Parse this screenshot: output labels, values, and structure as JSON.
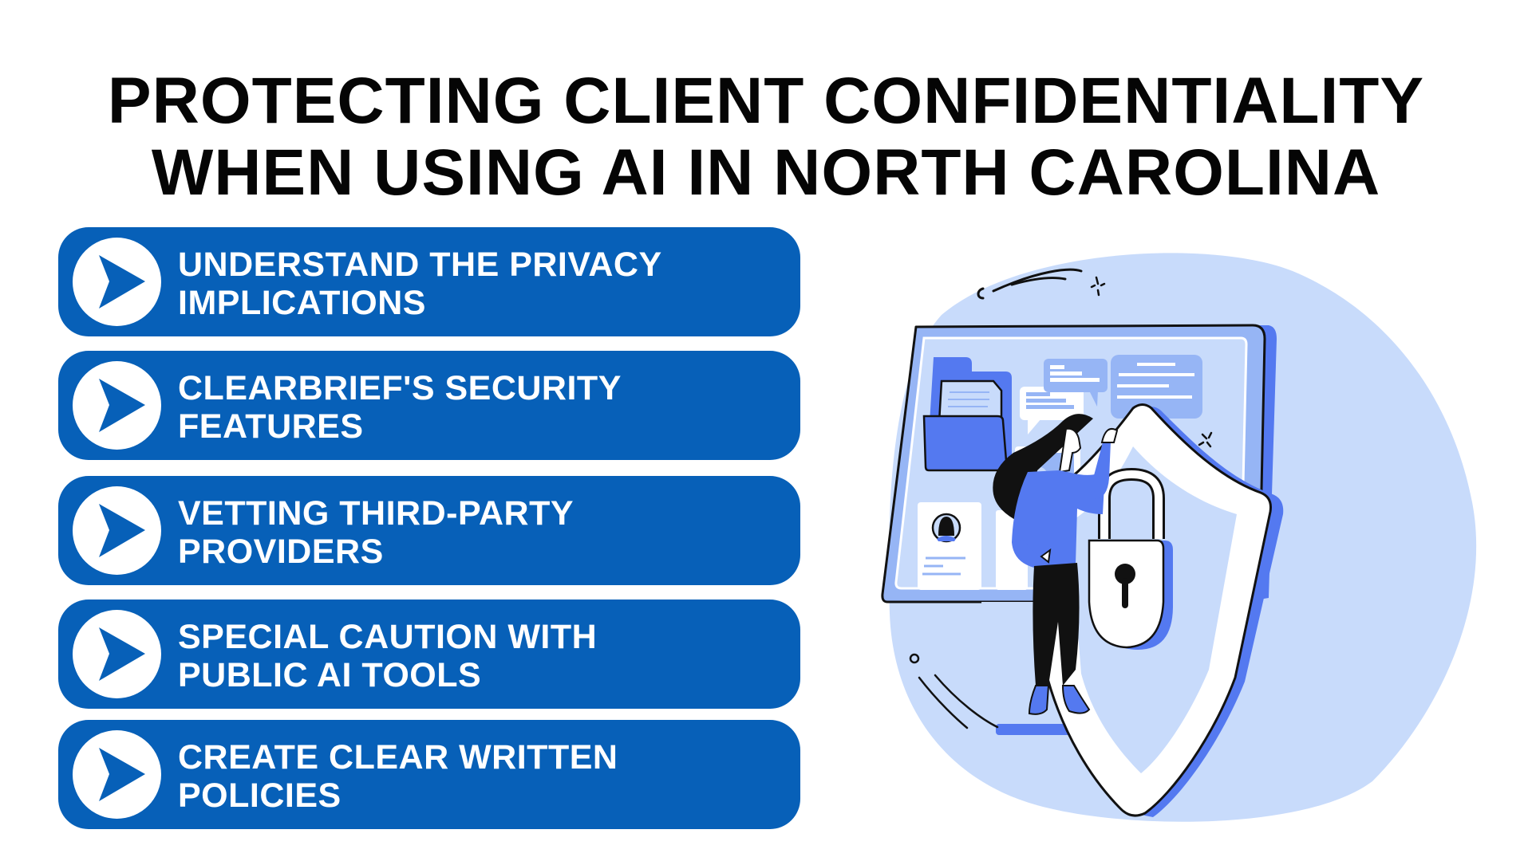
{
  "title": {
    "line1": "PROTECTING CLIENT CONFIDENTIALITY",
    "line2": "WHEN USING AI IN NORTH CAROLINA"
  },
  "items": [
    {
      "line1": "UNDERSTAND THE PRIVACY",
      "line2": "IMPLICATIONS",
      "icon": "play-arrow-icon"
    },
    {
      "line1": "CLEARBRIEF'S SECURITY",
      "line2": "FEATURES",
      "icon": "play-arrow-icon"
    },
    {
      "line1": "VETTING THIRD-PARTY",
      "line2": "PROVIDERS",
      "icon": "play-arrow-icon"
    },
    {
      "line1": "SPECIAL CAUTION WITH",
      "line2": "PUBLIC AI TOOLS",
      "icon": "play-arrow-icon"
    },
    {
      "line1": "CREATE CLEAR WRITTEN",
      "line2": "POLICIES",
      "icon": "play-arrow-icon"
    }
  ],
  "illustration": {
    "description": "Woman standing beside a large monitor with folder, chat bubbles and profile card, next to a security shield with a padlock",
    "icons": [
      "monitor-icon",
      "folder-icon",
      "chat-bubble-icon",
      "profile-card-icon",
      "image-icon",
      "shield-icon",
      "padlock-icon",
      "person-icon"
    ]
  },
  "colors": {
    "card_blue": "#0760b8",
    "title_black": "#050505",
    "illustration_light": "#c8dbfb",
    "illustration_mid": "#96b5f5",
    "illustration_accent": "#5479f0",
    "white": "#ffffff"
  }
}
